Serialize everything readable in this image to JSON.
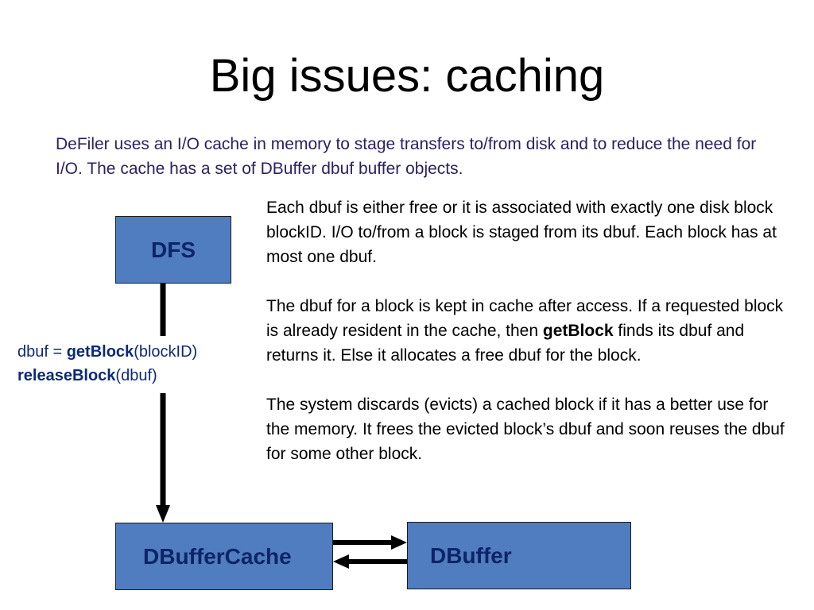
{
  "slide": {
    "title": "Big issues: caching",
    "intro": "DeFiler uses an I/O cache in memory to stage transfers to/from disk and to reduce the need for I/O.   The cache has a set of DBuffer dbuf buffer objects.",
    "paragraphs": [
      {
        "text": "Each dbuf is either free or it is associated with exactly one disk block blockID.   I/O to/from a block is staged from its dbuf.   Each block has at most one dbuf."
      },
      {
        "before": "The dbuf for a block is kept in cache after access.  If a requested block is already resident in the cache, then ",
        "bold": "getBlock",
        "after": " finds its dbuf and returns it.  Else it allocates a free dbuf for the block."
      },
      {
        "text": "The system discards (evicts) a cached block if it has a better use for the memory.   It frees the evicted block’s dbuf and soon reuses the dbuf for some other block."
      }
    ],
    "api": {
      "line1_prefix": "dbuf = ",
      "line1_bold": "getBlock",
      "line1_suffix": "(blockID)",
      "line2_bold": "releaseBlock",
      "line2_suffix": "(dbuf)"
    }
  },
  "diagram": {
    "boxes": {
      "dfs": "DFS",
      "cache": "DBufferCache",
      "dbuffer": "DBuffer"
    },
    "colors": {
      "box_fill": "#4f7dbf",
      "box_text": "#0d2468",
      "api_text": "#0d2a78",
      "intro_text": "#2e2060"
    }
  }
}
